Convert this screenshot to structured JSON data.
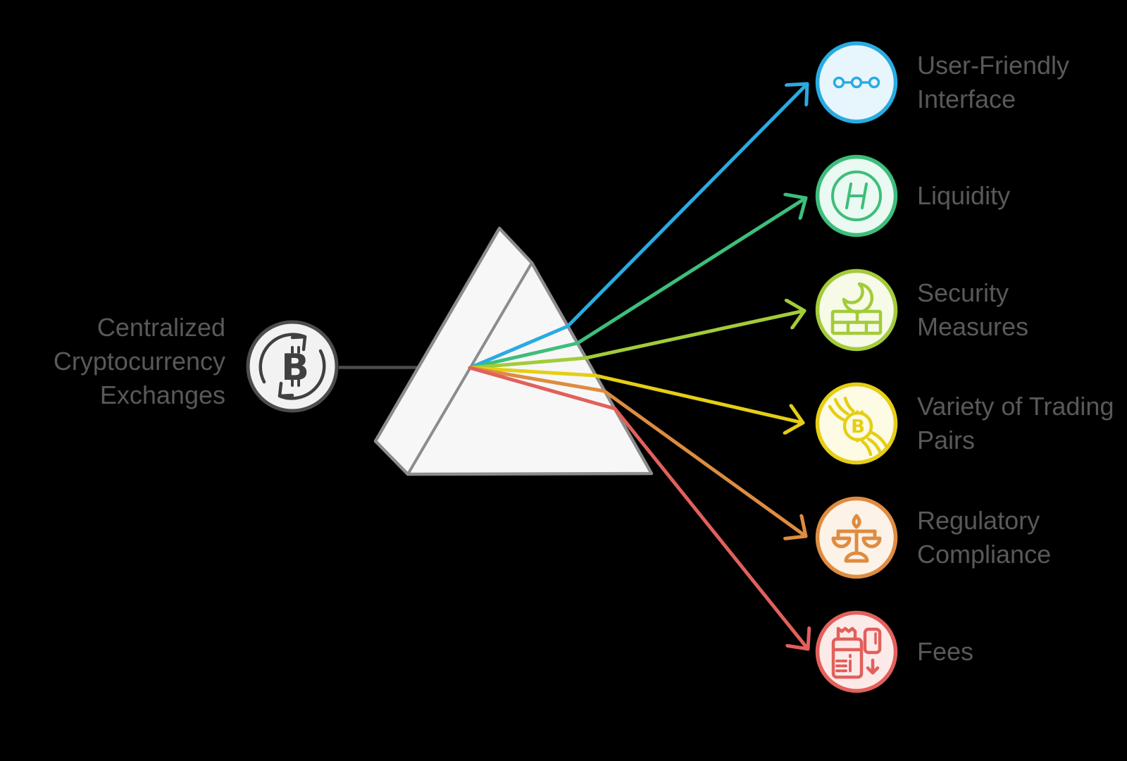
{
  "diagram": {
    "background": "#000000",
    "text_color": "#58595B",
    "source": {
      "label": "Centralized Cryptocurrency Exchanges",
      "icon": "bitcoin-exchange-icon",
      "glyph": "B",
      "color": "#4D4D4D",
      "fill": "#F2F2F2"
    },
    "prism": {
      "fill": "#F7F7F7",
      "stroke": "#8C8C8C"
    },
    "items": [
      {
        "label": "User-Friendly Interface",
        "icon": "nodes-icon",
        "color": "#29ABE2",
        "fill": "#E7F6FD"
      },
      {
        "label": "Liquidity",
        "icon": "h-circle-icon",
        "glyph": "H",
        "color": "#3DBE7B",
        "fill": "#EAF9F1"
      },
      {
        "label": "Security Measures",
        "icon": "firewall-icon",
        "color": "#A3CB3A",
        "fill": "#F6FAE7"
      },
      {
        "label": "Variety of Trading Pairs",
        "icon": "hands-bitcoin-icon",
        "glyph": "B",
        "color": "#E5CE15",
        "fill": "#FEFBE4"
      },
      {
        "label": "Regulatory Compliance",
        "icon": "scales-icon",
        "color": "#DE8C41",
        "fill": "#FCF2E7"
      },
      {
        "label": "Fees",
        "icon": "payment-terminal-icon",
        "color": "#E2605B",
        "fill": "#FCEAE9"
      }
    ]
  }
}
